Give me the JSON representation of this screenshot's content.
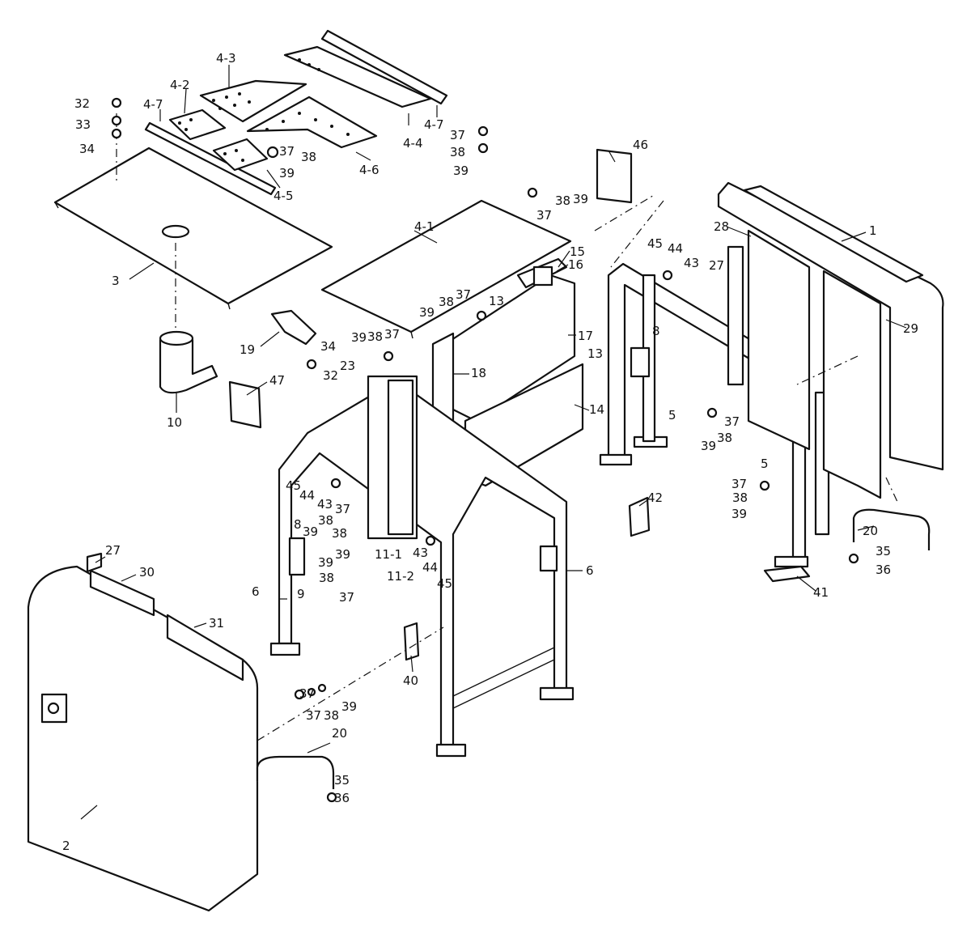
{
  "callouts": [
    {
      "id": "c1",
      "text": "1"
    },
    {
      "id": "c2",
      "text": "2"
    },
    {
      "id": "c3",
      "text": "3"
    },
    {
      "id": "c4-1",
      "text": "4-1"
    },
    {
      "id": "c4-2",
      "text": "4-2"
    },
    {
      "id": "c4-3",
      "text": "4-3"
    },
    {
      "id": "c4-4",
      "text": "4-4"
    },
    {
      "id": "c4-5",
      "text": "4-5"
    },
    {
      "id": "c4-6",
      "text": "4-6"
    },
    {
      "id": "c4-7a",
      "text": "4-7"
    },
    {
      "id": "c4-7b",
      "text": "4-7"
    },
    {
      "id": "c5a",
      "text": "5"
    },
    {
      "id": "c5b",
      "text": "5"
    },
    {
      "id": "c6a",
      "text": "6"
    },
    {
      "id": "c6b",
      "text": "6"
    },
    {
      "id": "c8a",
      "text": "8"
    },
    {
      "id": "c8b",
      "text": "8"
    },
    {
      "id": "c9",
      "text": "9"
    },
    {
      "id": "c10",
      "text": "10"
    },
    {
      "id": "c11-1",
      "text": "11-1"
    },
    {
      "id": "c11-2",
      "text": "11-2"
    },
    {
      "id": "c13a",
      "text": "13"
    },
    {
      "id": "c13b",
      "text": "13"
    },
    {
      "id": "c14",
      "text": "14"
    },
    {
      "id": "c15",
      "text": "15"
    },
    {
      "id": "c16",
      "text": "16"
    },
    {
      "id": "c17",
      "text": "17"
    },
    {
      "id": "c18",
      "text": "18"
    },
    {
      "id": "c19",
      "text": "19"
    },
    {
      "id": "c20a",
      "text": "20"
    },
    {
      "id": "c20b",
      "text": "20"
    },
    {
      "id": "c23",
      "text": "23"
    },
    {
      "id": "c27a",
      "text": "27"
    },
    {
      "id": "c27b",
      "text": "27"
    },
    {
      "id": "c28",
      "text": "28"
    },
    {
      "id": "c29",
      "text": "29"
    },
    {
      "id": "c30",
      "text": "30"
    },
    {
      "id": "c31",
      "text": "31"
    },
    {
      "id": "c32a",
      "text": "32"
    },
    {
      "id": "c32b",
      "text": "32"
    },
    {
      "id": "c33",
      "text": "33"
    },
    {
      "id": "c34a",
      "text": "34"
    },
    {
      "id": "c34b",
      "text": "34"
    },
    {
      "id": "c35a",
      "text": "35"
    },
    {
      "id": "c35b",
      "text": "35"
    },
    {
      "id": "c36a",
      "text": "36"
    },
    {
      "id": "c36b",
      "text": "36"
    },
    {
      "id": "c37a",
      "text": "37"
    },
    {
      "id": "c37b",
      "text": "37"
    },
    {
      "id": "c37c",
      "text": "37"
    },
    {
      "id": "c37d",
      "text": "37"
    },
    {
      "id": "c37e",
      "text": "37"
    },
    {
      "id": "c37f",
      "text": "37"
    },
    {
      "id": "c37g",
      "text": "37"
    },
    {
      "id": "c37h",
      "text": "37"
    },
    {
      "id": "c37i",
      "text": "37"
    },
    {
      "id": "c37j",
      "text": "37"
    },
    {
      "id": "c37k",
      "text": "37"
    },
    {
      "id": "c38a",
      "text": "38"
    },
    {
      "id": "c38b",
      "text": "38"
    },
    {
      "id": "c38c",
      "text": "38"
    },
    {
      "id": "c38d",
      "text": "38"
    },
    {
      "id": "c38e",
      "text": "38"
    },
    {
      "id": "c38f",
      "text": "38"
    },
    {
      "id": "c38g",
      "text": "38"
    },
    {
      "id": "c38h",
      "text": "38"
    },
    {
      "id": "c38i",
      "text": "38"
    },
    {
      "id": "c38j",
      "text": "38"
    },
    {
      "id": "c38k",
      "text": "38"
    },
    {
      "id": "c39a",
      "text": "39"
    },
    {
      "id": "c39b",
      "text": "39"
    },
    {
      "id": "c39c",
      "text": "39"
    },
    {
      "id": "c39d",
      "text": "39"
    },
    {
      "id": "c39e",
      "text": "39"
    },
    {
      "id": "c39f",
      "text": "39"
    },
    {
      "id": "c39g",
      "text": "39"
    },
    {
      "id": "c39h",
      "text": "39"
    },
    {
      "id": "c39i",
      "text": "39"
    },
    {
      "id": "c39j",
      "text": "39"
    },
    {
      "id": "c39k",
      "text": "39"
    },
    {
      "id": "c40",
      "text": "40"
    },
    {
      "id": "c41",
      "text": "41"
    },
    {
      "id": "c42",
      "text": "42"
    },
    {
      "id": "c43a",
      "text": "43"
    },
    {
      "id": "c43b",
      "text": "43"
    },
    {
      "id": "c43c",
      "text": "43"
    },
    {
      "id": "c44a",
      "text": "44"
    },
    {
      "id": "c44b",
      "text": "44"
    },
    {
      "id": "c44c",
      "text": "44"
    },
    {
      "id": "c45a",
      "text": "45"
    },
    {
      "id": "c45b",
      "text": "45"
    },
    {
      "id": "c45c",
      "text": "45"
    },
    {
      "id": "c46",
      "text": "46"
    },
    {
      "id": "c47",
      "text": "47"
    }
  ]
}
